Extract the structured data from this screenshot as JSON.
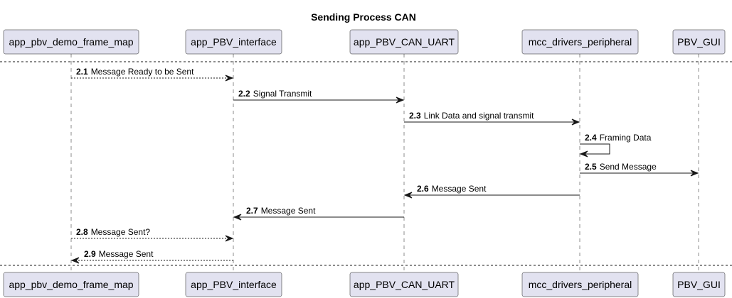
{
  "title": "Sending Process CAN",
  "participants": [
    {
      "id": "app_pbv_demo_frame_map",
      "label": "app_pbv_demo_frame_map"
    },
    {
      "id": "app_PBV_interface",
      "label": "app_PBV_interface"
    },
    {
      "id": "app_PBV_CAN_UART",
      "label": "app_PBV_CAN_UART"
    },
    {
      "id": "mcc_drivers_peripheral",
      "label": "mcc_drivers_peripheral"
    },
    {
      "id": "PBV_GUI",
      "label": "PBV_GUI"
    }
  ],
  "messages": [
    {
      "num": "2.1",
      "text": "Message Ready to be Sent",
      "from": 0,
      "to": 1,
      "style": "dashed"
    },
    {
      "num": "2.2",
      "text": "Signal Transmit",
      "from": 1,
      "to": 2,
      "style": "solid"
    },
    {
      "num": "2.3",
      "text": "Link Data and signal transmit",
      "from": 2,
      "to": 3,
      "style": "solid"
    },
    {
      "num": "2.4",
      "text": "Framing Data",
      "from": 3,
      "to": 3,
      "style": "solid"
    },
    {
      "num": "2.5",
      "text": "Send Message",
      "from": 3,
      "to": 4,
      "style": "solid"
    },
    {
      "num": "2.6",
      "text": "Message Sent",
      "from": 3,
      "to": 2,
      "style": "solid"
    },
    {
      "num": "2.7",
      "text": "Message Sent",
      "from": 2,
      "to": 1,
      "style": "solid"
    },
    {
      "num": "2.8",
      "text": "Message Sent?",
      "from": 0,
      "to": 1,
      "style": "dashed"
    },
    {
      "num": "2.9",
      "text": "Message Sent",
      "from": 1,
      "to": 0,
      "style": "dashed"
    }
  ]
}
